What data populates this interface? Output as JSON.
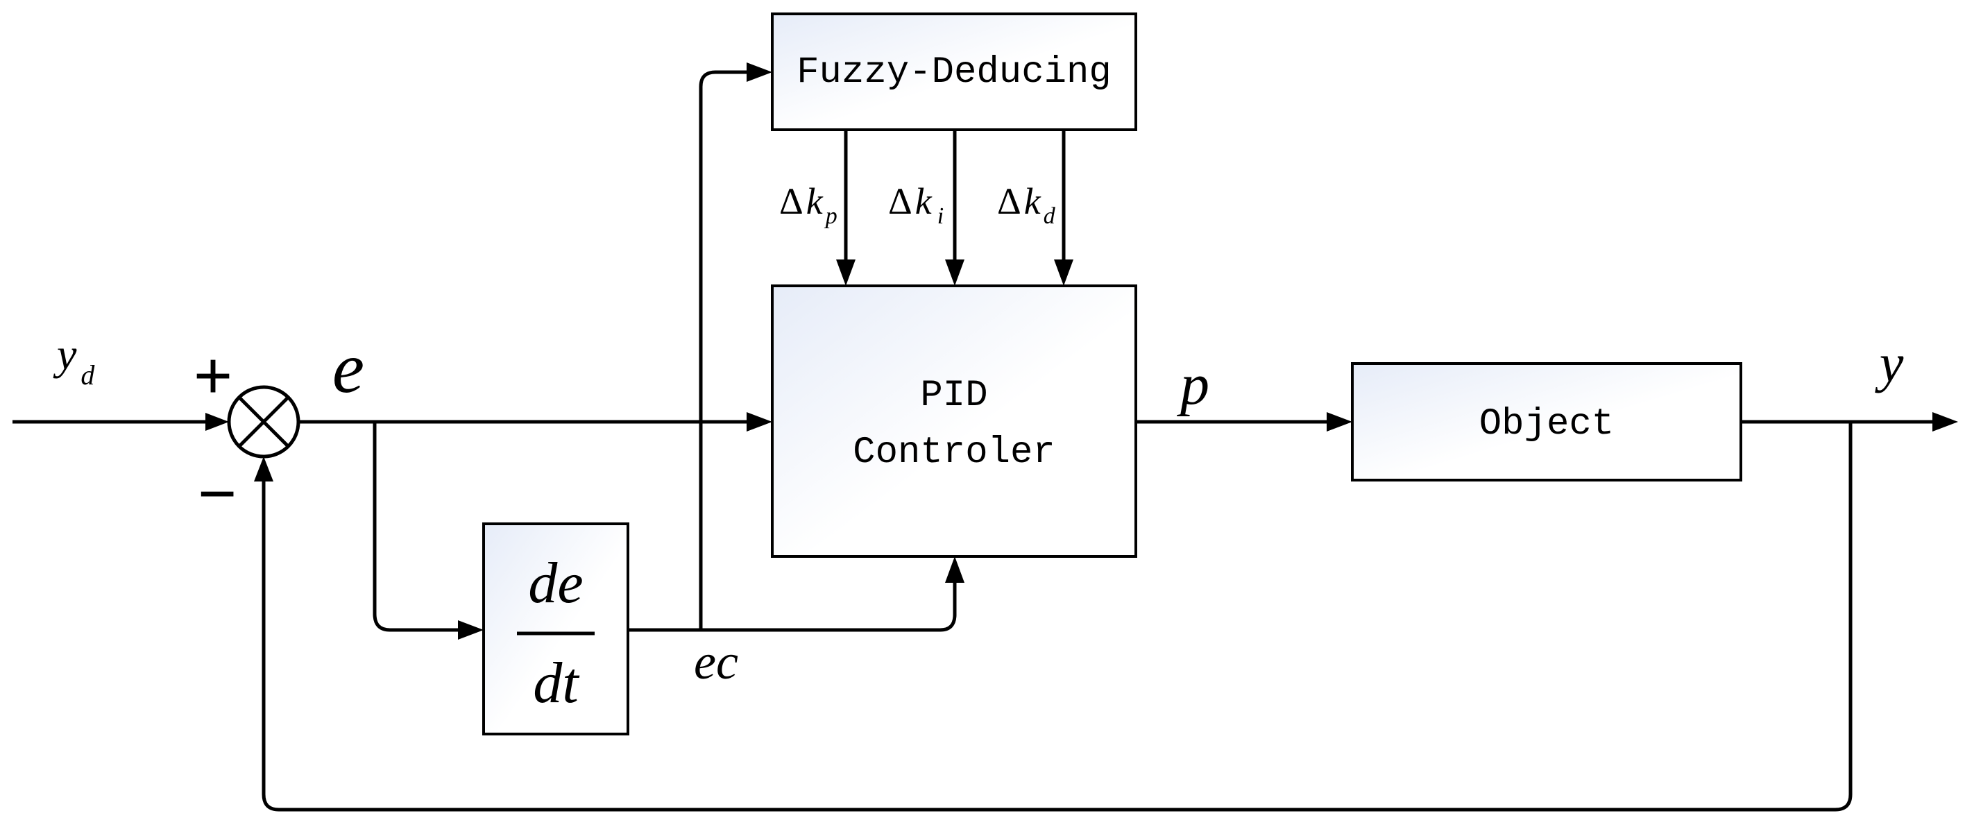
{
  "blocks": {
    "fuzzy": "Fuzzy-Deducing",
    "pid_line1": "PID",
    "pid_line2": "Controler",
    "object": "Object",
    "diff_num": "de",
    "diff_den": "dt"
  },
  "signals": {
    "input": "y",
    "input_sub": "d",
    "error": "e",
    "error_change": "ec",
    "control": "p",
    "output": "y"
  },
  "gains": [
    {
      "delta": "Δ",
      "var": "k",
      "sub": "p"
    },
    {
      "delta": "Δ",
      "var": "k",
      "sub": "i"
    },
    {
      "delta": "Δ",
      "var": "k",
      "sub": "d"
    }
  ],
  "summing_junction": {
    "plus": "+",
    "minus": "−"
  },
  "colors": {
    "line": "#000000",
    "block_fill_light": "#e8eef8",
    "block_fill_white": "#ffffff"
  }
}
